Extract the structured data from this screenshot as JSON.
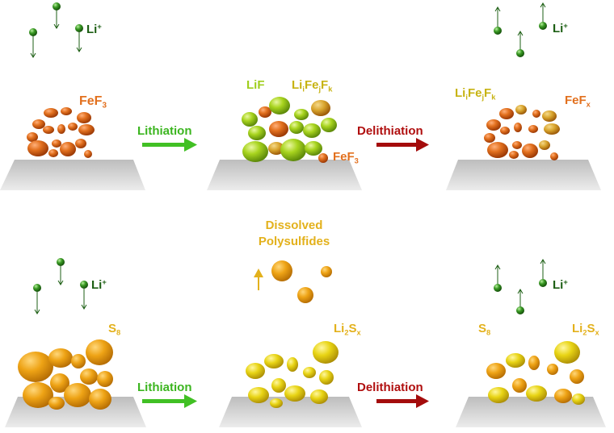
{
  "labels": {
    "li_ion": "Li",
    "li_charge": "+",
    "fef3_base": "FeF",
    "fef3_sub": "3",
    "lif": "LiF",
    "lifejfk": {
      "a": "Li",
      "i": "i",
      "b": "Fe",
      "j": "j",
      "c": "F",
      "k": "k"
    },
    "fefx_base": "FeF",
    "fefx_sub": "x",
    "s8_base": "S",
    "s8_sub": "8",
    "li2sx": {
      "a": "Li",
      "two": "2",
      "b": "S",
      "x": "x"
    },
    "dissolved_line1": "Dissolved",
    "dissolved_line2": "Polysulfides",
    "lithiation": "Lithiation",
    "delithiation": "Delithiation"
  },
  "colors": {
    "li_green": "#1d5f14",
    "lithiation_arrow": "#41c024",
    "delithiation_arrow": "#a40c0c",
    "fef3_orange": "#e2701e",
    "lif_green": "#a8d41e",
    "lifejfk_yellow": "#c7b312",
    "sulfur_orange": "#e8a30f",
    "li2sx_yellow": "#e8d414",
    "platform_grey": "#d6d6d6"
  }
}
